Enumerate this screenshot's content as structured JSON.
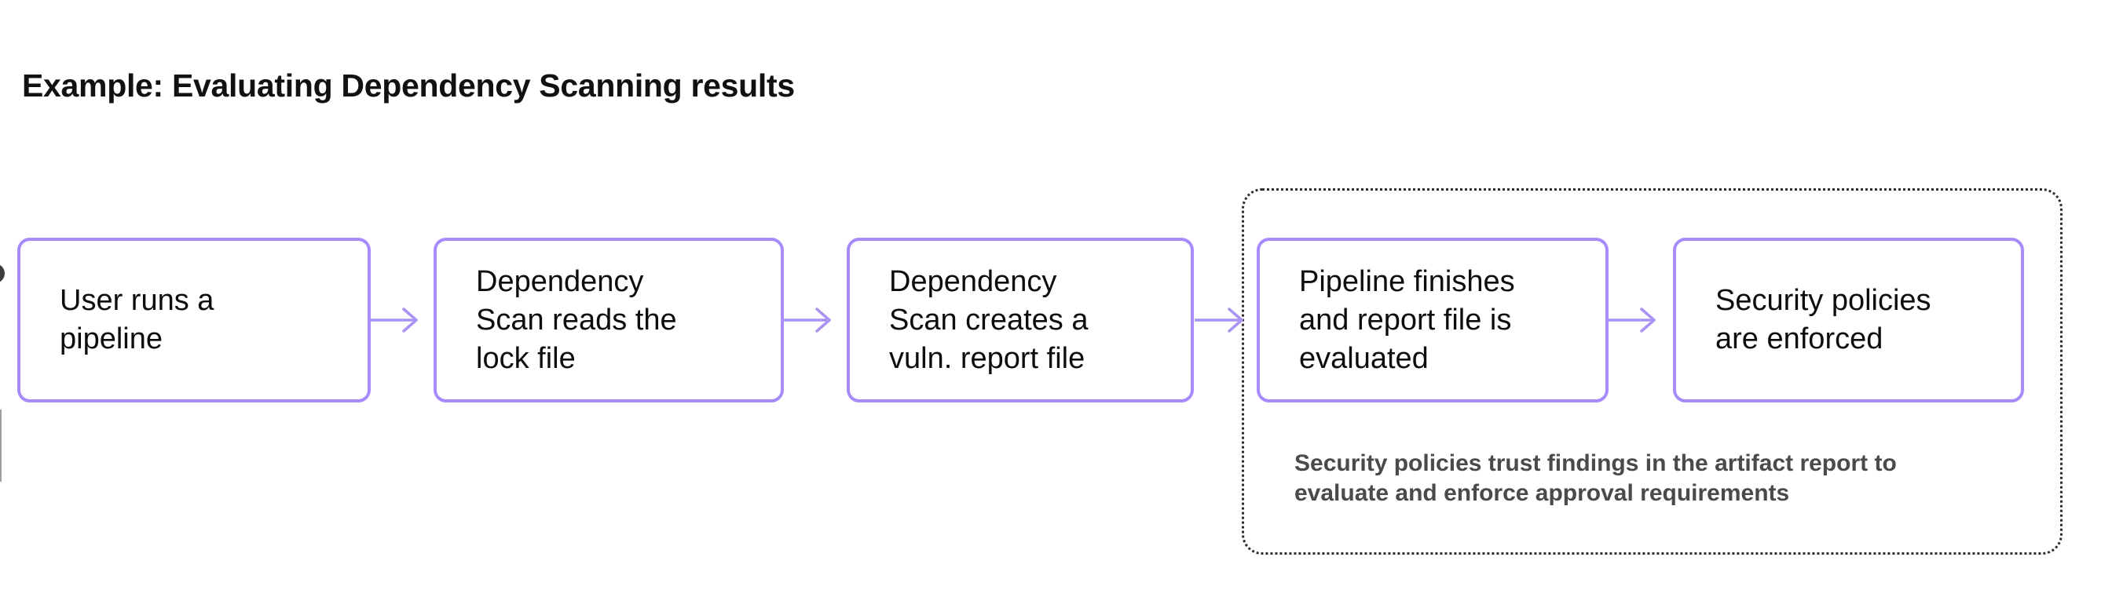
{
  "title": "Example: Evaluating Dependency Scanning results",
  "diagram": {
    "nodes": [
      {
        "label": "User runs a pipeline",
        "lines": [
          "User runs a",
          "pipeline"
        ]
      },
      {
        "label": "Dependency Scan reads the lock file",
        "lines": [
          "Dependency",
          "Scan reads the",
          "lock file"
        ]
      },
      {
        "label": "Dependency Scan creates a vuln. report file",
        "lines": [
          "Dependency",
          "Scan creates a",
          "vuln. report file"
        ]
      },
      {
        "label": "Pipeline finishes and report file is evaluated",
        "lines": [
          "Pipeline finishes",
          "and report file is",
          "evaluated"
        ]
      },
      {
        "label": "Security policies are enforced",
        "lines": [
          "Security policies",
          "are enforced"
        ]
      }
    ],
    "note": {
      "text": "Security policies trust findings in the artifact report to evaluate and enforce approval requirements",
      "lines": [
        "Security policies trust findings in the artifact report to",
        "evaluate and enforce approval requirements"
      ]
    },
    "colors": {
      "node_border": "#a78bfa",
      "arrow": "#ab93f2",
      "dotted_border": "#2e2e2e",
      "node_text": "#0d0d0d",
      "title_text": "#111111",
      "note_text": "#4a4a4a"
    }
  }
}
